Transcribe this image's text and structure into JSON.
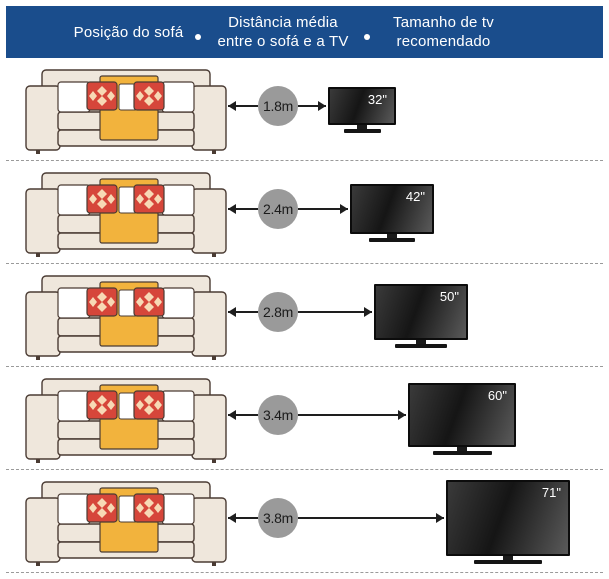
{
  "header": {
    "col_sofa": "Posição do sofá",
    "col_distance": "Distância média\nentre o sofá e a TV",
    "col_tv": "Tamanho de tv\nrecomendado",
    "bg_color": "#1a4d8c"
  },
  "rows": [
    {
      "distance": "1.8m",
      "tv_size": "32\""
    },
    {
      "distance": "2.4m",
      "tv_size": "42\""
    },
    {
      "distance": "2.8m",
      "tv_size": "50\""
    },
    {
      "distance": "3.4m",
      "tv_size": "60\""
    },
    {
      "distance": "3.8m",
      "tv_size": "71\""
    }
  ],
  "colors": {
    "sofa": "#efe7dc",
    "sofa_outline": "#4a3b33",
    "throw": "#f2b33d",
    "pillow_accent": "#d6463a",
    "badge": "#9a9a9a"
  }
}
